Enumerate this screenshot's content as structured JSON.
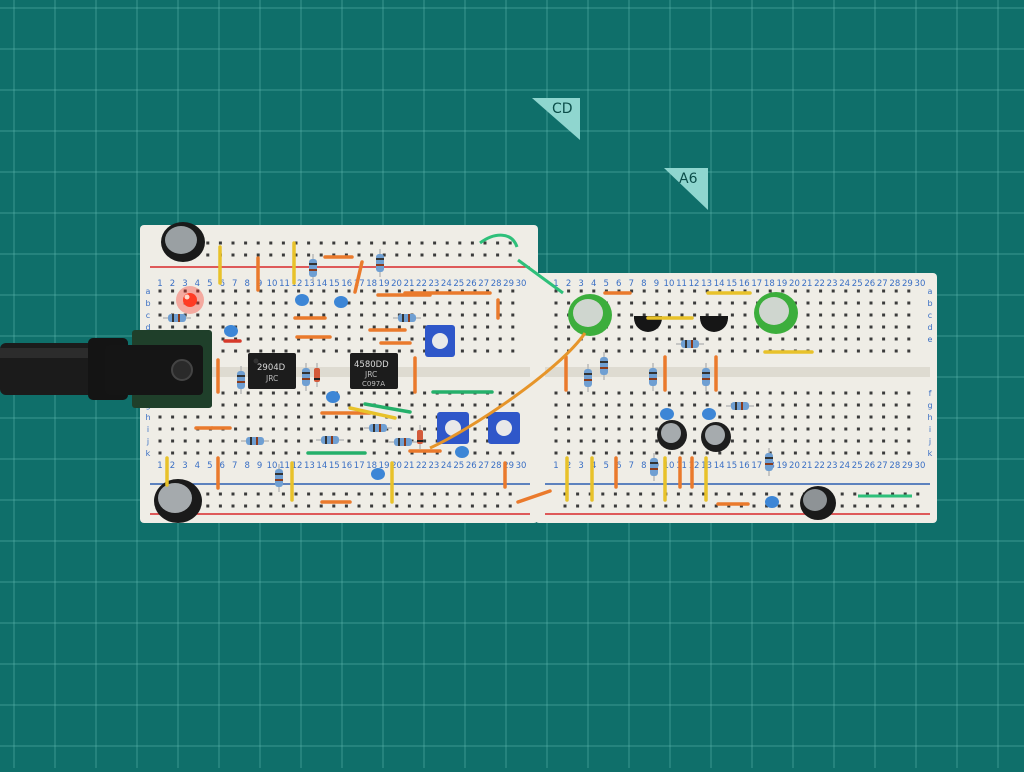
{
  "mat": {
    "markers": [
      {
        "id": "cd",
        "label": "CD"
      },
      {
        "id": "a6",
        "label": "A6"
      }
    ],
    "colors": {
      "base": "#0f6f6a",
      "grid": "#5fb8b0",
      "marker": "#8fd6cf"
    }
  },
  "breadboard": {
    "colors": {
      "body": "#efede6",
      "rail_red": "#d8282a",
      "rail_blue": "#2d5fb0",
      "label_blue": "#3a6fc4"
    },
    "column_numbers": [
      "1",
      "2",
      "3",
      "4",
      "5",
      "6",
      "7",
      "8",
      "9",
      "10",
      "11",
      "12",
      "13",
      "14",
      "15",
      "16",
      "17",
      "18",
      "19",
      "20",
      "21",
      "22",
      "23",
      "24",
      "25",
      "26",
      "27",
      "28",
      "29",
      "30"
    ],
    "row_letters_top": [
      "a",
      "b",
      "c",
      "d",
      "e"
    ],
    "row_letters_bottom": [
      "f",
      "g",
      "h",
      "i",
      "j",
      "k"
    ]
  },
  "ics": [
    {
      "id": "ic1",
      "line1": "2904D",
      "line2": "JRC"
    },
    {
      "id": "ic2",
      "line1": "4580DD",
      "line2": "JRC",
      "line3": "C097A"
    }
  ],
  "components": {
    "capacitors": [
      "electrolytic-black",
      "electrolytic-green",
      "ceramic-blue"
    ],
    "resistors": [
      "metal-film-blue"
    ],
    "trimmers": [
      "blue-trimpot"
    ],
    "led": {
      "color": "#ff2a1a",
      "state": "on"
    },
    "power_jack": {
      "color": "#1a1a1a"
    }
  }
}
